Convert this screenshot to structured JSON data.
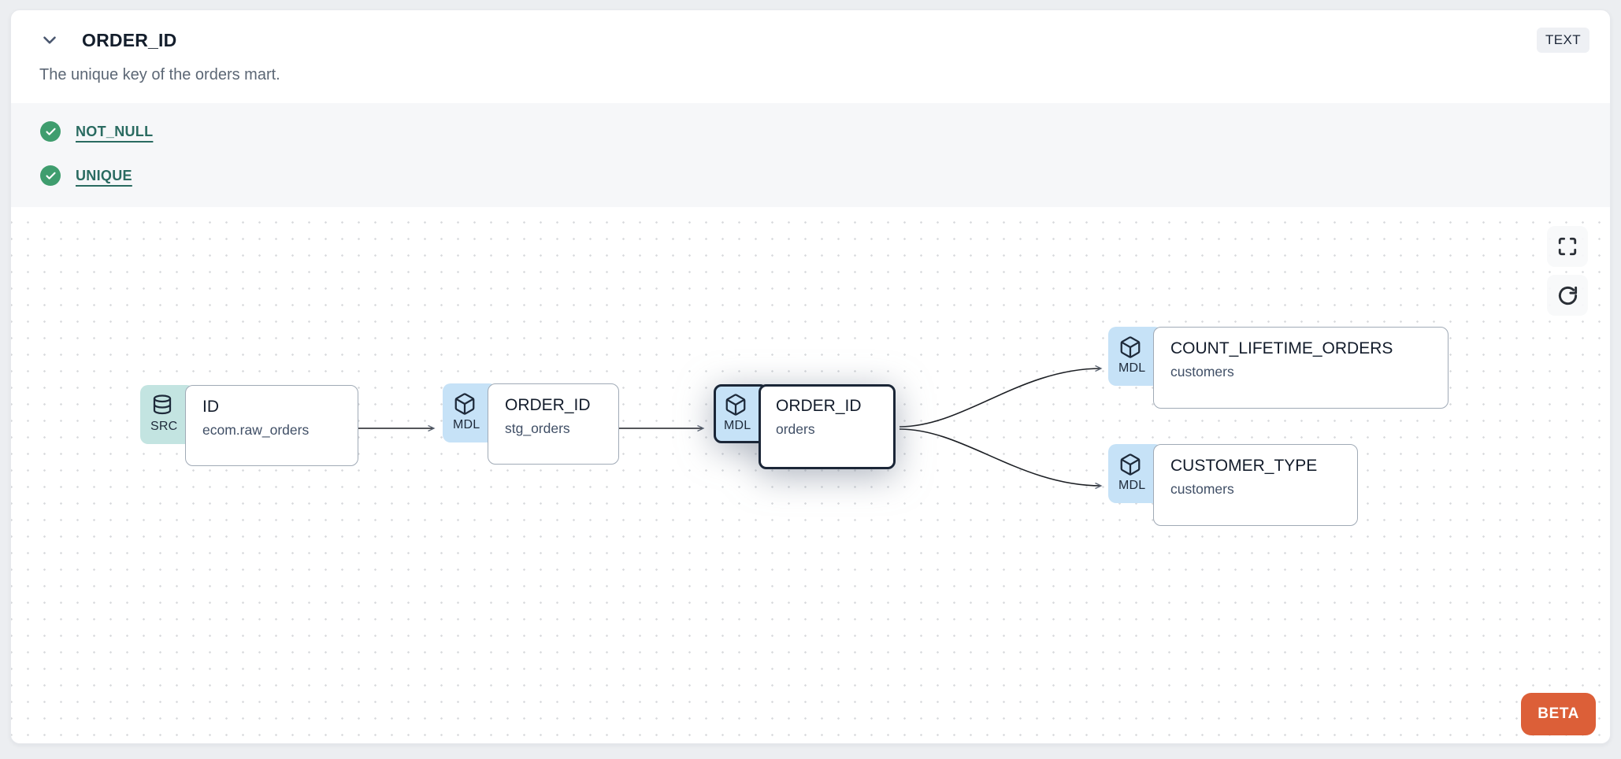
{
  "header": {
    "title": "ORDER_ID",
    "type_badge": "TEXT",
    "description": "The unique key of the orders mart."
  },
  "tests": [
    {
      "label": "NOT_NULL",
      "status": "pass"
    },
    {
      "label": "UNIQUE",
      "status": "pass"
    }
  ],
  "lineage": {
    "nodes": [
      {
        "id": "src",
        "badge": "SRC",
        "icon": "database-icon",
        "title": "ID",
        "subtitle": "ecom.raw_orders",
        "selected": false
      },
      {
        "id": "stg",
        "badge": "MDL",
        "icon": "cube-icon",
        "title": "ORDER_ID",
        "subtitle": "stg_orders",
        "selected": false
      },
      {
        "id": "mart",
        "badge": "MDL",
        "icon": "cube-icon",
        "title": "ORDER_ID",
        "subtitle": "orders",
        "selected": true
      },
      {
        "id": "count",
        "badge": "MDL",
        "icon": "cube-icon",
        "title": "COUNT_LIFETIME_ORDERS",
        "subtitle": "customers",
        "selected": false
      },
      {
        "id": "ctype",
        "badge": "MDL",
        "icon": "cube-icon",
        "title": "CUSTOMER_TYPE",
        "subtitle": "customers",
        "selected": false
      }
    ],
    "edges": [
      {
        "from": "src",
        "to": "stg"
      },
      {
        "from": "stg",
        "to": "mart"
      },
      {
        "from": "mart",
        "to": "count"
      },
      {
        "from": "mart",
        "to": "ctype"
      }
    ]
  },
  "canvas": {
    "controls": [
      {
        "name": "fullscreen-icon"
      },
      {
        "name": "refresh-icon"
      }
    ],
    "beta_label": "BETA"
  },
  "colors": {
    "beta_bg": "#dc5f38",
    "check_green": "#3f9d6e",
    "test_link_teal": "#2a6b61",
    "src_badge_bg": "#c3e4e1",
    "mdl_badge_bg": "#c6e2f7",
    "selected_border": "#1b2637",
    "node_border": "#a0aab6"
  }
}
